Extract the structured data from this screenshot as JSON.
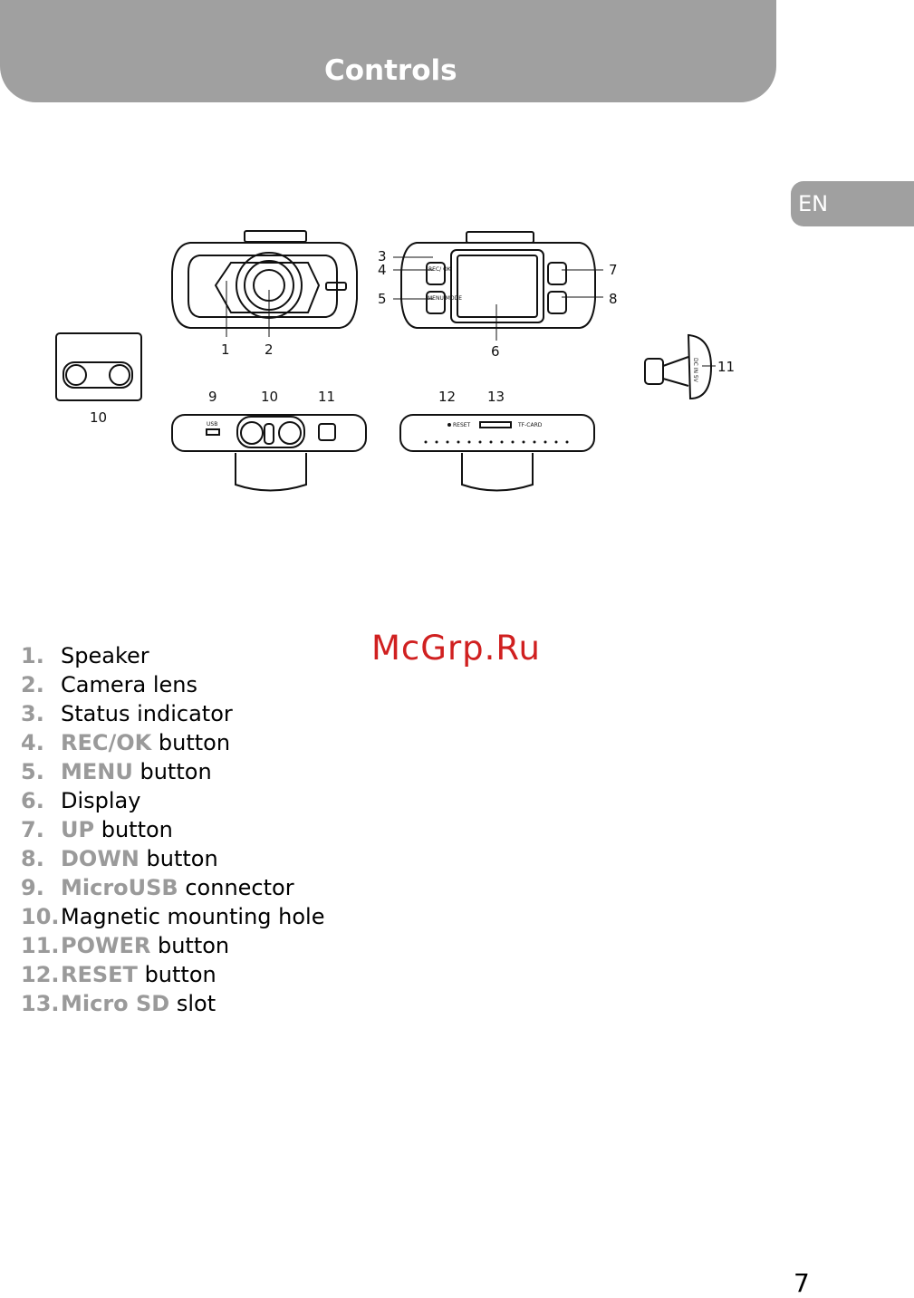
{
  "header": {
    "title": "Controls"
  },
  "lang_tab": {
    "label": "EN"
  },
  "figure": {
    "callouts": [
      "1",
      "2",
      "3",
      "4",
      "5",
      "6",
      "7",
      "8",
      "9",
      "10",
      "11",
      "12",
      "13",
      "10",
      "11"
    ],
    "body_labels": {
      "rec_ok": "REC/ OK",
      "menu_mode": "MENU MODE",
      "reset": "RESET",
      "tf_card": "TF-CARD",
      "usb": "USB",
      "dc_in": "DC IN 5V"
    }
  },
  "watermark": "McGrp.Ru",
  "items": [
    {
      "num": "1.",
      "key": "",
      "text": "Speaker"
    },
    {
      "num": "2.",
      "key": "",
      "text": "Camera lens"
    },
    {
      "num": "3.",
      "key": "",
      "text": "Status indicator"
    },
    {
      "num": "4.",
      "key": "REC/OK",
      "text": " button"
    },
    {
      "num": "5.",
      "key": "MENU",
      "text": " button"
    },
    {
      "num": "6.",
      "key": "",
      "text": "Display"
    },
    {
      "num": "7.",
      "key": "UP",
      "text": " button"
    },
    {
      "num": "8.",
      "key": "DOWN",
      "text": " button"
    },
    {
      "num": "9.",
      "key": "MicroUSB",
      "text": " connector"
    },
    {
      "num": "10.",
      "key": "",
      "text": "Magnetic mounting hole"
    },
    {
      "num": "11.",
      "key": "POWER",
      "text": " button"
    },
    {
      "num": "12.",
      "key": "RESET",
      "text": " button"
    },
    {
      "num": "13.",
      "key": "Micro SD",
      "text": " slot"
    }
  ],
  "page_number": "7",
  "colors": {
    "header_bg": "#a0a0a0",
    "label_gray": "#9a9a9a",
    "watermark": "#d02020"
  }
}
